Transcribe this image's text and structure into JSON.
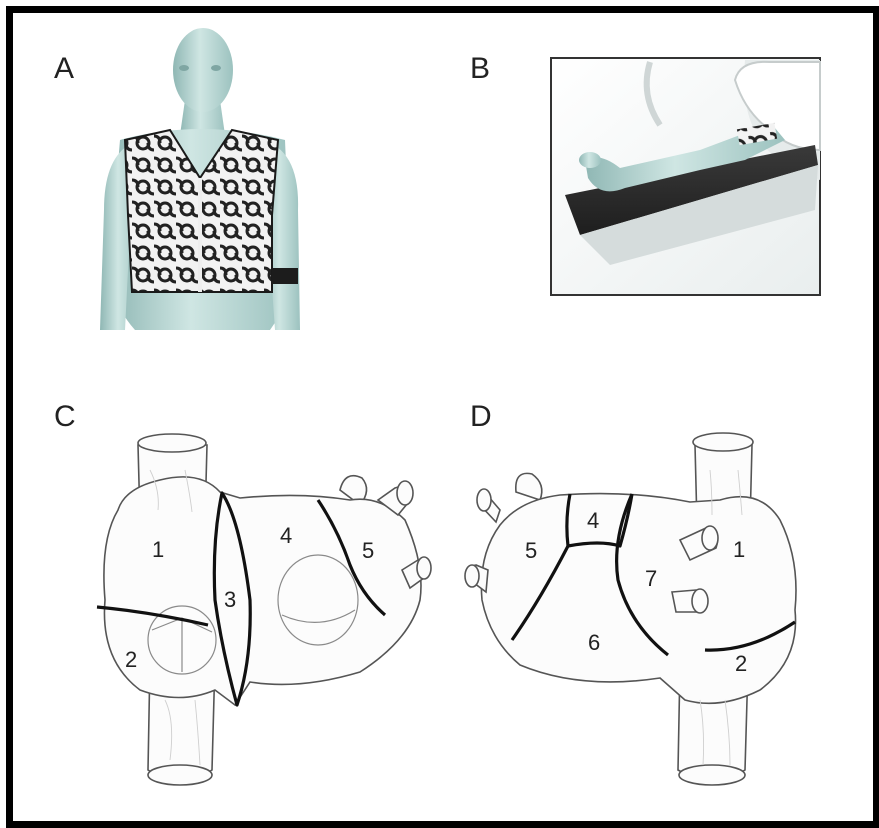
{
  "panels": {
    "A": {
      "letter": "A"
    },
    "B": {
      "letter": "B"
    },
    "C": {
      "letter": "C",
      "segment_labels": [
        "1",
        "2",
        "3",
        "4",
        "5"
      ]
    },
    "D": {
      "letter": "D",
      "segment_labels": [
        "1",
        "2",
        "4",
        "5",
        "6",
        "7"
      ]
    }
  },
  "colors": {
    "frame": "#000000",
    "mannequin": "#b6d6d3",
    "vest": "#2a2a2a",
    "bold_line": "#111111"
  }
}
